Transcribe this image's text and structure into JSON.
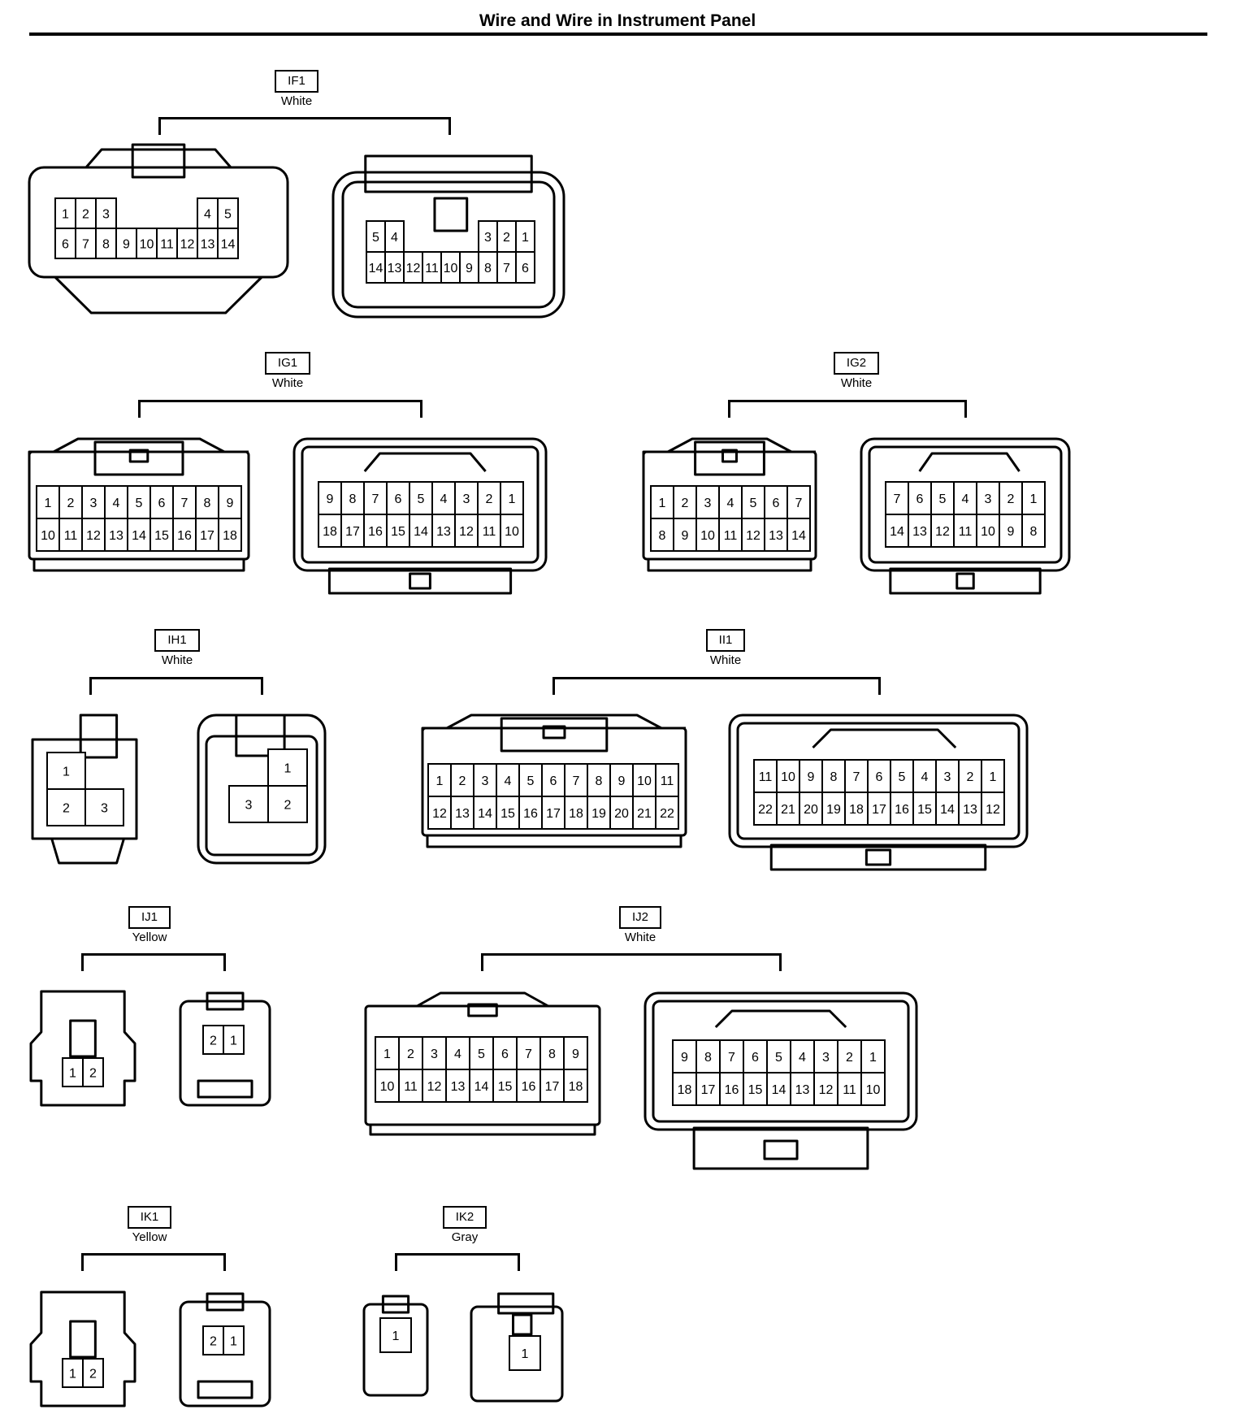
{
  "page": {
    "title": "Wire and Wire in Instrument Panel",
    "rule_color": "#000000"
  },
  "connectors": [
    {
      "id": "IF1",
      "color": "White",
      "left": {
        "rows": [
          [
            "1",
            "2",
            "3",
            "",
            "",
            "",
            "",
            "4",
            "5"
          ],
          [
            "6",
            "7",
            "8",
            "9",
            "10",
            "11",
            "12",
            "13",
            "14"
          ]
        ]
      },
      "right": {
        "rows": [
          [
            "5",
            "4",
            "",
            "",
            "",
            "",
            "3",
            "2",
            "1"
          ],
          [
            "14",
            "13",
            "12",
            "11",
            "10",
            "9",
            "8",
            "7",
            "6"
          ]
        ]
      }
    },
    {
      "id": "IG1",
      "color": "White",
      "left": {
        "rows": [
          [
            "1",
            "2",
            "3",
            "4",
            "5",
            "6",
            "7",
            "8",
            "9"
          ],
          [
            "10",
            "11",
            "12",
            "13",
            "14",
            "15",
            "16",
            "17",
            "18"
          ]
        ]
      },
      "right": {
        "rows": [
          [
            "9",
            "8",
            "7",
            "6",
            "5",
            "4",
            "3",
            "2",
            "1"
          ],
          [
            "18",
            "17",
            "16",
            "15",
            "14",
            "13",
            "12",
            "11",
            "10"
          ]
        ]
      }
    },
    {
      "id": "IG2",
      "color": "White",
      "left": {
        "rows": [
          [
            "1",
            "2",
            "3",
            "4",
            "5",
            "6",
            "7"
          ],
          [
            "8",
            "9",
            "10",
            "11",
            "12",
            "13",
            "14"
          ]
        ]
      },
      "right": {
        "rows": [
          [
            "7",
            "6",
            "5",
            "4",
            "3",
            "2",
            "1"
          ],
          [
            "14",
            "13",
            "12",
            "11",
            "10",
            "9",
            "8"
          ]
        ]
      }
    },
    {
      "id": "IH1",
      "color": "White",
      "left": {
        "rows": [
          [
            "1",
            ""
          ],
          [
            "2",
            "3"
          ]
        ]
      },
      "right": {
        "rows": [
          [
            "",
            "1"
          ],
          [
            "3",
            "2"
          ]
        ]
      }
    },
    {
      "id": "II1",
      "color": "White",
      "left": {
        "rows": [
          [
            "1",
            "2",
            "3",
            "4",
            "5",
            "6",
            "7",
            "8",
            "9",
            "10",
            "11"
          ],
          [
            "12",
            "13",
            "14",
            "15",
            "16",
            "17",
            "18",
            "19",
            "20",
            "21",
            "22"
          ]
        ]
      },
      "right": {
        "rows": [
          [
            "11",
            "10",
            "9",
            "8",
            "7",
            "6",
            "5",
            "4",
            "3",
            "2",
            "1"
          ],
          [
            "22",
            "21",
            "20",
            "19",
            "18",
            "17",
            "16",
            "15",
            "14",
            "13",
            "12"
          ]
        ]
      }
    },
    {
      "id": "IJ1",
      "color": "Yellow",
      "left": {
        "rows": [
          [
            "1",
            "2"
          ]
        ]
      },
      "right": {
        "rows": [
          [
            "2",
            "1"
          ]
        ]
      }
    },
    {
      "id": "IJ2",
      "color": "White",
      "left": {
        "rows": [
          [
            "1",
            "2",
            "3",
            "4",
            "5",
            "6",
            "7",
            "8",
            "9"
          ],
          [
            "10",
            "11",
            "12",
            "13",
            "14",
            "15",
            "16",
            "17",
            "18"
          ]
        ]
      },
      "right": {
        "rows": [
          [
            "9",
            "8",
            "7",
            "6",
            "5",
            "4",
            "3",
            "2",
            "1"
          ],
          [
            "18",
            "17",
            "16",
            "15",
            "14",
            "13",
            "12",
            "11",
            "10"
          ]
        ]
      }
    },
    {
      "id": "IK1",
      "color": "Yellow",
      "left": {
        "rows": [
          [
            "1",
            "2"
          ]
        ]
      },
      "right": {
        "rows": [
          [
            "2",
            "1"
          ]
        ]
      }
    },
    {
      "id": "IK2",
      "color": "Gray",
      "left": {
        "rows": [
          [
            "1"
          ]
        ]
      },
      "right": {
        "rows": [
          [
            "1"
          ]
        ]
      }
    }
  ]
}
